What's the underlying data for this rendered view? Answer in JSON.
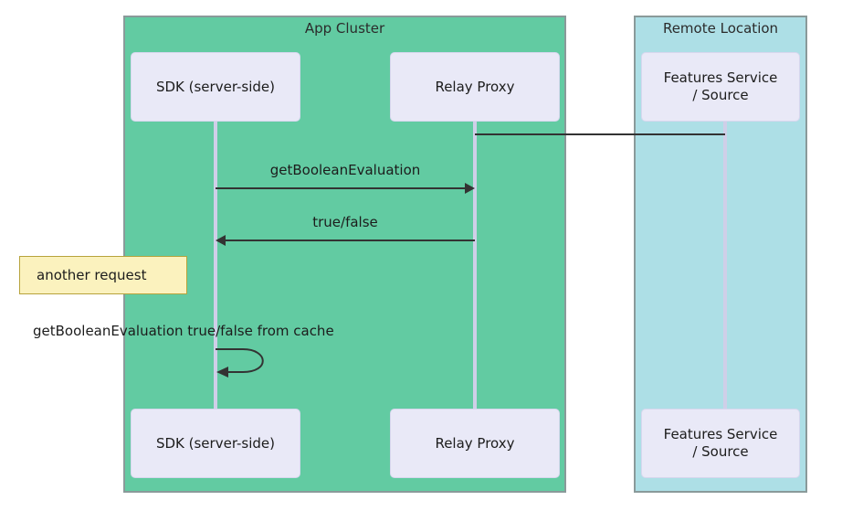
{
  "diagram": {
    "type": "sequence-diagram",
    "groups": [
      {
        "name": "app-cluster",
        "title": "App Cluster",
        "color": "#62CBA2"
      },
      {
        "name": "remote-location",
        "title": "Remote Location",
        "color": "#ADDFE6"
      }
    ],
    "participants": [
      {
        "name": "sdk",
        "label": "SDK (server-side)"
      },
      {
        "name": "relay-proxy",
        "label": "Relay Proxy"
      },
      {
        "name": "features-service",
        "label": "Features Service\n/ Source"
      }
    ],
    "participants_bottom": [
      {
        "name": "sdk",
        "label": "SDK (server-side)"
      },
      {
        "name": "relay-proxy",
        "label": "Relay Proxy"
      },
      {
        "name": "features-service",
        "label": "Features Service\n/ Source"
      }
    ],
    "messages": [
      {
        "name": "relay-to-features-connection",
        "label": "",
        "from": "relay-proxy",
        "to": "features-service",
        "direction": "right",
        "arrowhead": false
      },
      {
        "name": "get-boolean-evaluation",
        "label": "getBooleanEvaluation",
        "from": "sdk",
        "to": "relay-proxy",
        "direction": "right",
        "arrowhead": true
      },
      {
        "name": "true-false-response",
        "label": "true/false",
        "from": "relay-proxy",
        "to": "sdk",
        "direction": "left",
        "arrowhead": true
      },
      {
        "name": "get-boolean-evaluation-from-cache",
        "label": "getBooleanEvaluation true/false from cache",
        "from": "sdk",
        "to": "sdk",
        "direction": "self",
        "arrowhead": true
      }
    ],
    "notes": [
      {
        "name": "another-request-note",
        "label": "another request",
        "color": "#FBF2BE"
      }
    ],
    "colors": {
      "app_cluster_fill": "#62CBA2",
      "remote_location_fill": "#ADDFE6",
      "participant_fill": "#E9E9F7",
      "note_fill": "#FBF2BE",
      "line": "#333333",
      "lifeline": "#cfcfe8"
    }
  }
}
